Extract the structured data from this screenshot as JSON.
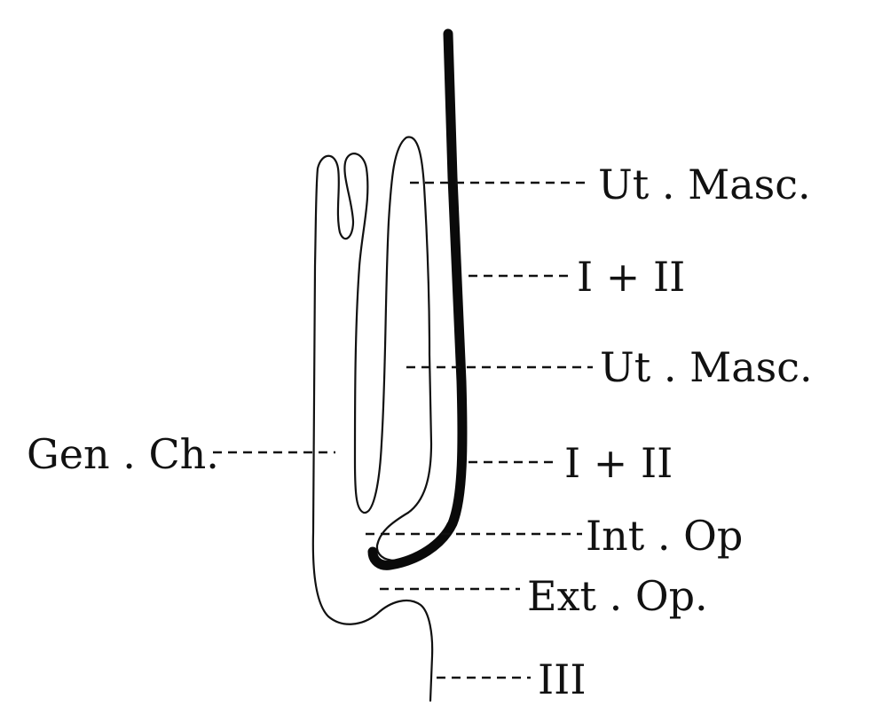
{
  "labels": {
    "ut_masc_upper": "Ut . Masc.",
    "i_ii_upper": "I + II",
    "ut_masc_lower": "Ut . Masc.",
    "gen_ch": "Gen . Ch.",
    "i_ii_lower": "I + II",
    "int_op": "Int . Op",
    "ext_op": "Ext . Op.",
    "iii": "III"
  }
}
